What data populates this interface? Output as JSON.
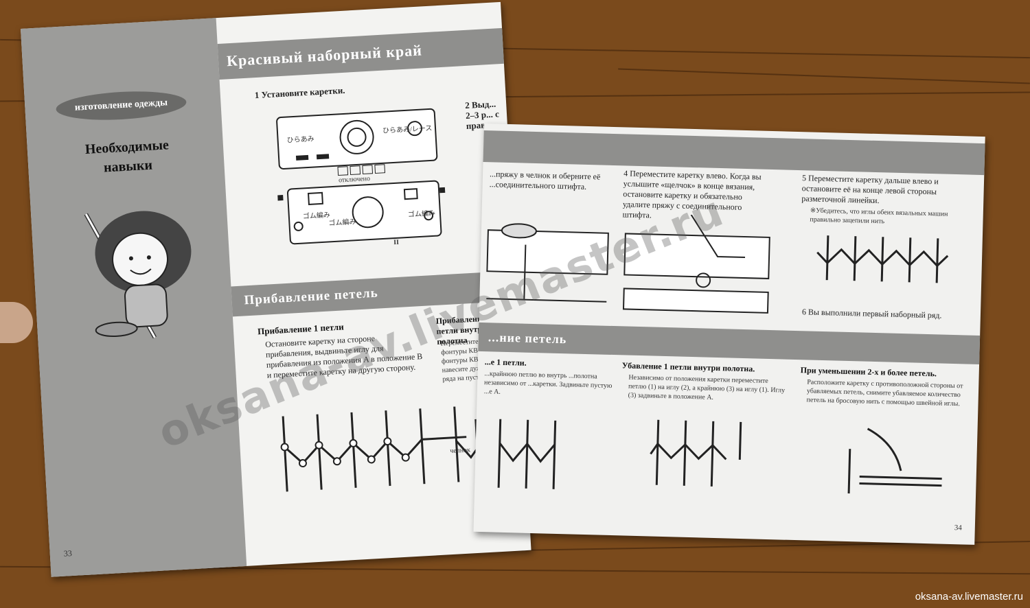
{
  "left_page": {
    "sidebar_badge": "изготовление одежды",
    "sidebar_heading_line1": "Необходимые",
    "sidebar_heading_line2": "навыки",
    "section1_title": "Красивый наборный край",
    "step1": "1 Установите каретки.",
    "console_label_top_left": "ひらあみ",
    "console_label_top_mid": "ひらあみ/レース",
    "console_label_off": "отключено",
    "console_label_bottom_left": "ゴム編み",
    "console_label_bottom_mid": "ゴム編み",
    "console_label_bottom_right": "ゴム編み",
    "console_marker": "II",
    "step2_partial": "2 Выд... 2–3 р... с прав...",
    "section2_title": "Прибавление петель",
    "bullet1_title": "Прибавление 1 петли",
    "bullet1_text": "Остановите каретку на стороне прибавления, выдвиньте иглу для прибавления из положения A в положение B и переместите каретку на другую сторону.",
    "bullet2_title": "Прибавление 1 петли внутри полотна",
    "bullet2_text": "Переместите крайнюю ... фонтуры КВ (1) ... иглу фонтуры КВ (2) ... навесите дужку петли ... ряда на пустую иглу.",
    "shuttle_label": "челнок",
    "page_number": "33"
  },
  "right_page": {
    "step3_partial": "...пряжу в челнок и оберните её ...соединительного штифта.",
    "step4": "4 Переместите каретку влево. Когда вы услышите «щелчок» в конце вязания, остановите каретку и обязательно удалите пряжу с соединительного штифта.",
    "step5": "5 Переместите каретку дальше влево и остановите её на конце левой стороны разметочной линейки.",
    "step5_note": "※Убедитесь, что иглы обеих вязальных машин правильно зацепили нить",
    "step6": "6 Вы выполнили первый наборный ряд.",
    "section_title_partial": "...ние петель",
    "col1_title": "...е 1 петли.",
    "col1_text": "...крайнюю петлю во внутрь ...полотна независимо от ...каретки. Задвиньте пустую ...е A.",
    "col2_title": "Убавление 1 петли внутри полотна.",
    "col2_text": "Независимо от положения каретки переместите петлю (1) на иглу (2), а крайнюю (3) на иглу (1). Иглу (3) задвиньте в положение A.",
    "col3_title": "При уменьшении 2-х и более петель.",
    "col3_text": "Расположите каретку с противоположной стороны от убавляемых петель, снимите убавляемое количество петель на бросовую нить с помощью швейной иглы.",
    "page_number": "34"
  },
  "watermark_large": "oksana-av.livemaster.ru",
  "watermark_corner": "oksana-av.livemaster.ru",
  "colors": {
    "wood": "#7a4a1c",
    "page": "#f2f2f0",
    "band": "#8f8f8d",
    "sidebar": "#9c9c9a"
  }
}
